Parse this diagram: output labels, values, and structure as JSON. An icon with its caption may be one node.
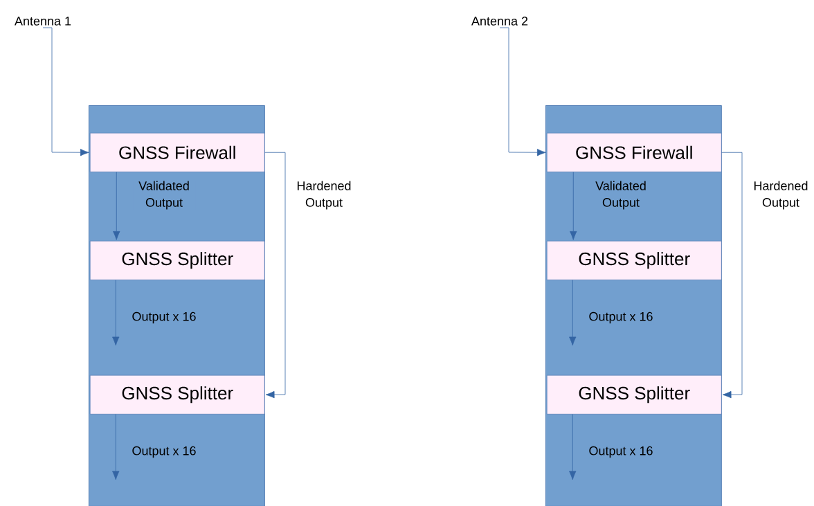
{
  "diagram": {
    "nodes": [
      {
        "text": [
          "Antenna 1"
        ]
      },
      {
        "text": [],
        "shape": "box"
      },
      {
        "text": [
          "GNSS Firewall"
        ],
        "in": 1
      },
      {
        "text": [
          "GNSS Splitter"
        ],
        "in": 1
      },
      {
        "text": [
          "GNSS Splitter"
        ],
        "in": 1
      },
      {
        "text": [
          "Antenna 2"
        ]
      },
      {
        "text": [],
        "shape": "box"
      },
      {
        "text": [
          "GNSS Firewall"
        ],
        "in": 6
      },
      {
        "text": [
          "GNSS Splitter"
        ],
        "in": 6
      },
      {
        "text": [
          "GNSS Splitter"
        ],
        "in": 6
      }
    ],
    "edges": [
      {
        "from": 0,
        "to": 2,
        "arrow": "to"
      },
      {
        "from": 2,
        "to": 3,
        "arrow": "to",
        "label": "Validated Output"
      },
      {
        "from": 2,
        "to": 4,
        "arrow": "to",
        "label": "Hardened Output"
      },
      {
        "from": 3,
        "to": null,
        "arrow": "to",
        "label": "Output x 16"
      },
      {
        "from": 4,
        "to": null,
        "arrow": "to",
        "label": "Output x 16"
      },
      {
        "from": 5,
        "to": 7,
        "arrow": "to"
      },
      {
        "from": 7,
        "to": 8,
        "arrow": "to",
        "label": "Validated Output"
      },
      {
        "from": 7,
        "to": 9,
        "arrow": "to",
        "label": "Hardened Output"
      },
      {
        "from": 8,
        "to": null,
        "arrow": "to",
        "label": "Output x 16"
      },
      {
        "from": 9,
        "to": null,
        "arrow": "to",
        "label": "Output x 16"
      }
    ]
  }
}
